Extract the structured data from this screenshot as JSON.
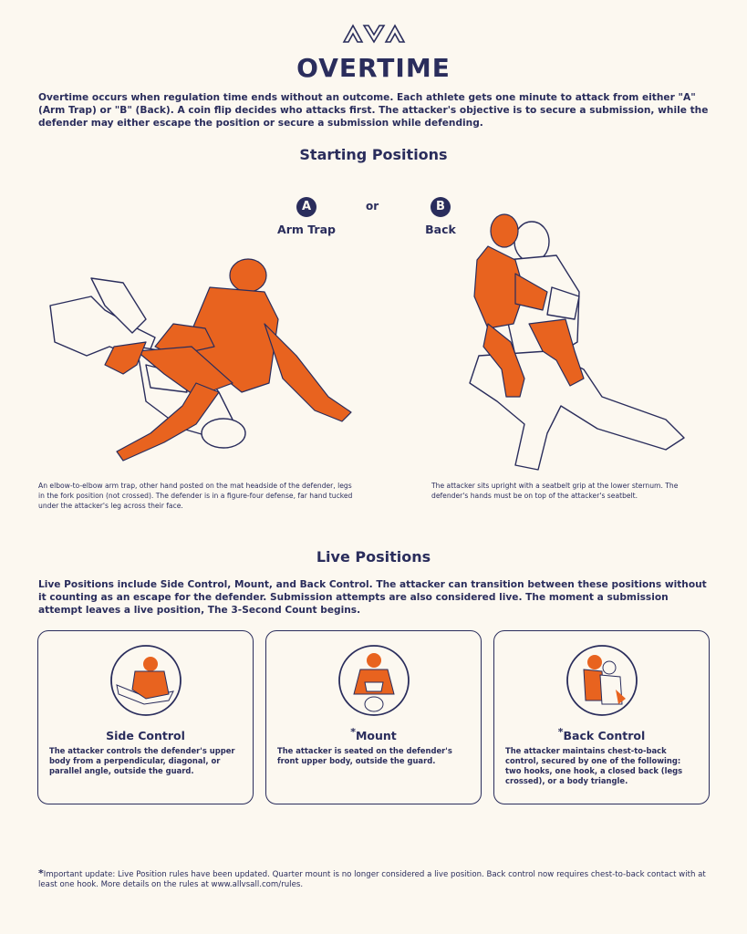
{
  "header": {
    "logo_text": "AVA",
    "title": "OVERTIME",
    "intro": "Overtime occurs when regulation time ends without an outcome. Each athlete gets one minute to attack from either \"A\" (Arm Trap) or \"B\" (Back). A coin flip decides who attacks first. The attacker's objective is to secure a submission, while the defender may either escape the position or secure a submission while defending."
  },
  "starting": {
    "heading": "Starting Positions",
    "or_label": "or",
    "option_a": {
      "badge": "A",
      "label": "Arm Trap",
      "caption": "An elbow-to-elbow arm trap, other hand posted on the mat headside of the defender, legs in the fork position (not crossed). The defender is in a figure-four defense, far hand tucked under the attacker's leg across their face."
    },
    "option_b": {
      "badge": "B",
      "label": "Back",
      "caption": "The attacker sits upright with a seatbelt grip at the lower sternum. The defender's hands must be on top of the attacker's seatbelt."
    }
  },
  "live": {
    "heading": "Live Positions",
    "intro": "Live Positions include Side Control, Mount, and Back Control. The attacker can transition between these positions without it counting as an escape for the defender. Submission attempts are also considered live. The moment a submission attempt leaves a live position, The 3-Second Count begins.",
    "cards": [
      {
        "title": "Side Control",
        "marker": "",
        "text": "The attacker controls the defender's upper body from a perpendicular, diagonal, or parallel angle, outside the guard."
      },
      {
        "title": "Mount",
        "marker": "*",
        "text": "The attacker is seated on the defender's front upper body, outside the guard."
      },
      {
        "title": "Back Control",
        "marker": "*",
        "text": "The attacker maintains chest-to-back control, secured by one of the following: two hooks, one hook, a closed back (legs crossed), or a body triangle."
      }
    ]
  },
  "footnote": {
    "marker": "*",
    "text": "Important update: Live Position rules have been updated. Quarter mount is no longer considered a live position. Back control now requires chest-to-back contact with at least one hook. More details on the rules at www.allvsall.com/rules."
  },
  "colors": {
    "navy": "#2a2d5c",
    "orange": "#e8631f",
    "background": "#fcf8f0"
  }
}
